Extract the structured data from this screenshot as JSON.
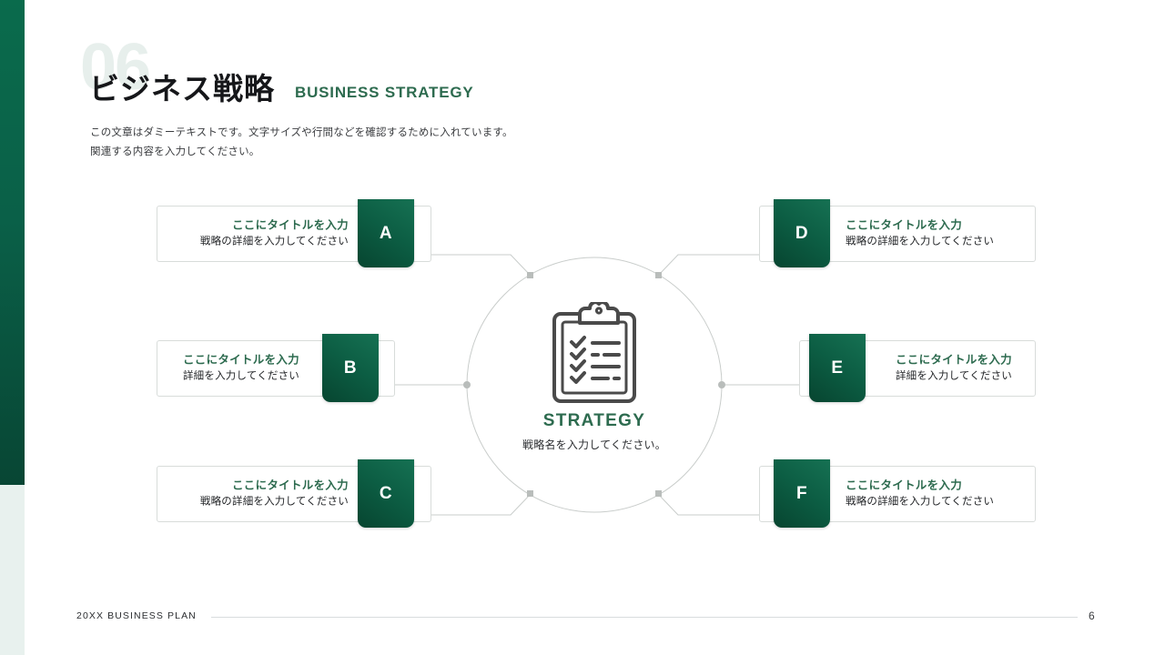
{
  "header": {
    "watermark": "06",
    "title_ja": "ビジネス戦略",
    "title_en": "BUSINESS STRATEGY",
    "subtitle_line1": "この文章はダミーテキストです。文字サイズや行間などを確認するために入れています。",
    "subtitle_line2": "関連する内容を入力してください。"
  },
  "center": {
    "icon": "clipboard-checklist-icon",
    "title": "STRATEGY",
    "subtitle": "戦略名を入力してください。"
  },
  "cards": [
    {
      "badge": "A",
      "title": "ここにタイトルを入力",
      "desc": "戦略の詳細を入力してください",
      "side": "left"
    },
    {
      "badge": "B",
      "title": "ここにタイトルを入力",
      "desc": "詳細を入力してください",
      "side": "left"
    },
    {
      "badge": "C",
      "title": "ここにタイトルを入力",
      "desc": "戦略の詳細を入力してください",
      "side": "left"
    },
    {
      "badge": "D",
      "title": "ここにタイトルを入力",
      "desc": "戦略の詳細を入力してください",
      "side": "right"
    },
    {
      "badge": "E",
      "title": "ここにタイトルを入力",
      "desc": "詳細を入力してください",
      "side": "right"
    },
    {
      "badge": "F",
      "title": "ここにタイトルを入力",
      "desc": "戦略の詳細を入力してください",
      "side": "right"
    }
  ],
  "footer": {
    "label": "20XX BUSINESS PLAN",
    "page": "6"
  },
  "colors": {
    "brand_green": "#0c5d43",
    "accent_green": "#2d6b4f",
    "sidebar_top": "#0a6b4c",
    "sidebar_bottom": "#084634",
    "sidebar_light": "#e8f1ee",
    "watermark": "#e7efec",
    "line_gray": "#c9cdcb",
    "card_border": "#d8dcda",
    "text_dark": "#1f2124"
  }
}
